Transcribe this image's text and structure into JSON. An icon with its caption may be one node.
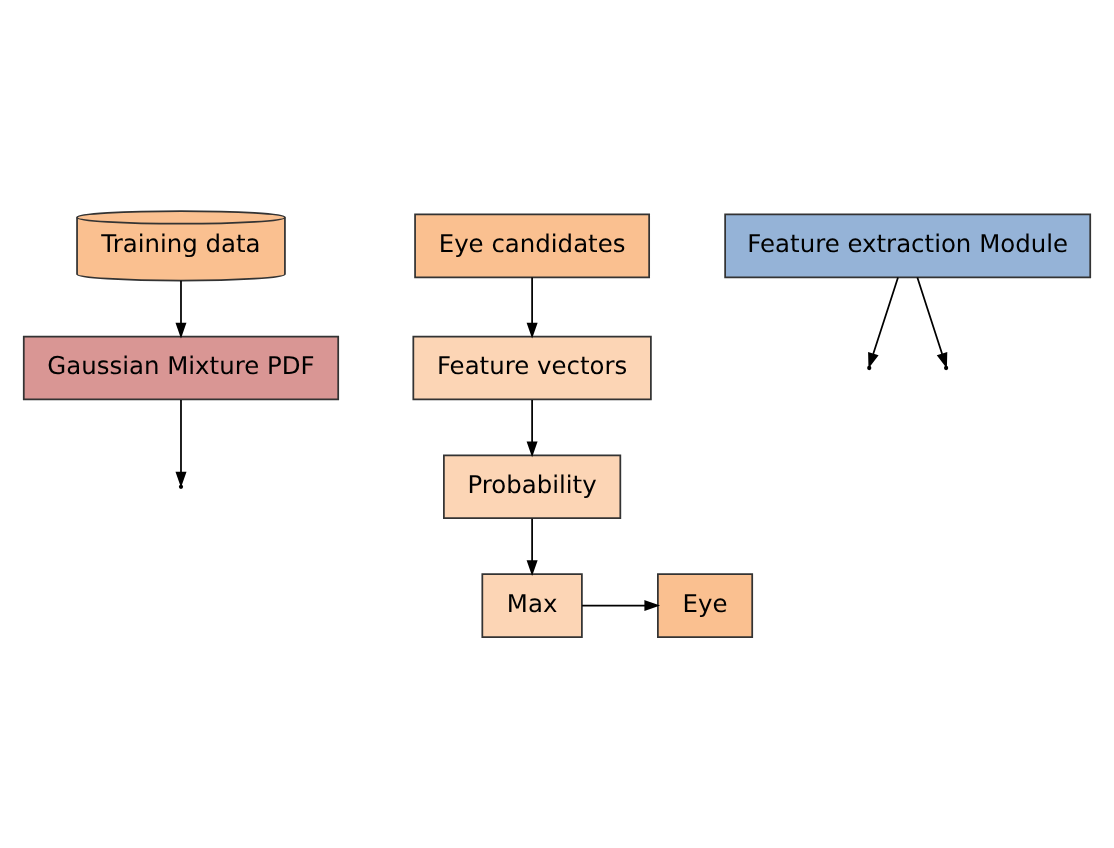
{
  "diagram": {
    "nodes": [
      {
        "text": [
          "Training data"
        ]
      },
      {
        "text": [
          "Eye candidates"
        ]
      },
      {
        "text": [
          "Feature extraction Module"
        ]
      },
      {
        "text": [
          "Feature vectors"
        ]
      },
      {
        "text": [
          "Gaussian Mixture PDF"
        ]
      },
      {
        "text": [
          "Probability"
        ]
      },
      {
        "text": [
          "Eye"
        ]
      },
      {
        "text": [
          "Max"
        ]
      }
    ],
    "edges": [
      {
        "from": 0,
        "to": 4,
        "arrow": "to"
      },
      {
        "from": 1,
        "to": 3,
        "arrow": "to"
      },
      {
        "from": 2,
        "to": null,
        "arrow": "to"
      },
      {
        "from": 2,
        "to": null,
        "arrow": "to"
      },
      {
        "from": 4,
        "to": null,
        "arrow": "to"
      },
      {
        "from": 3,
        "to": 5,
        "arrow": "to"
      },
      {
        "from": 5,
        "to": 7,
        "arrow": "to"
      },
      {
        "from": 7,
        "to": 6,
        "arrow": "to"
      }
    ]
  }
}
